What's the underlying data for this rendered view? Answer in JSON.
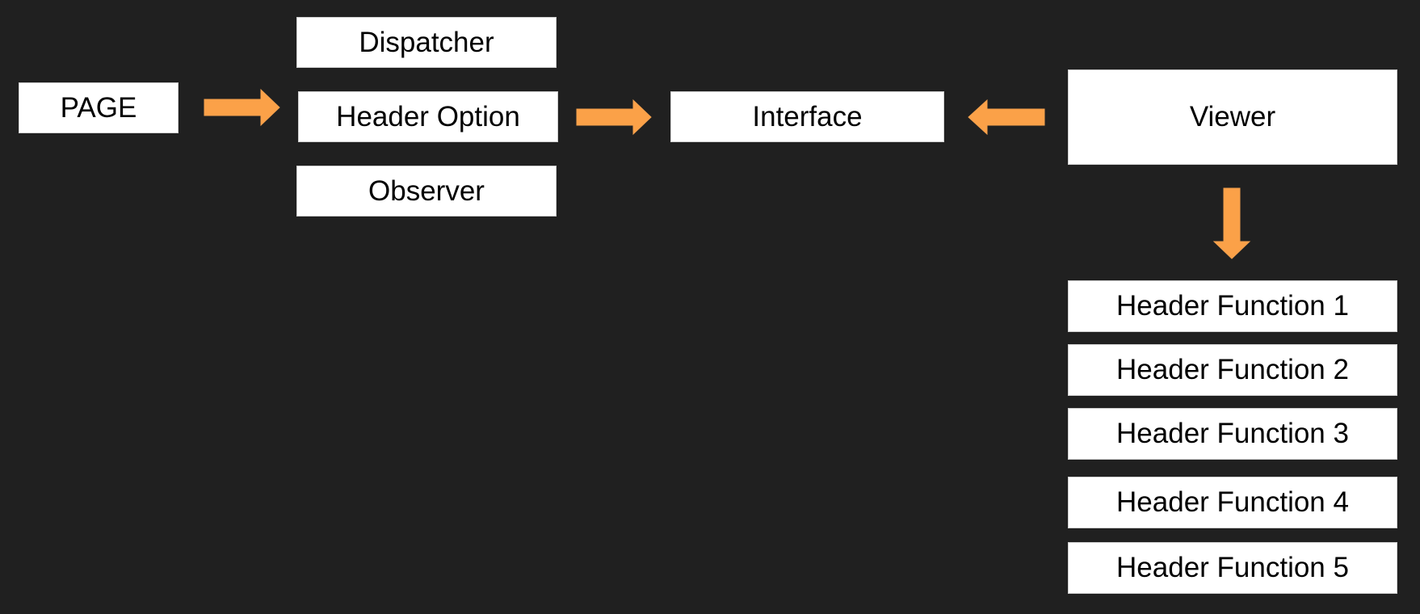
{
  "nodes": {
    "page": "PAGE",
    "dispatcher": "Dispatcher",
    "header_option": "Header Option",
    "observer": "Observer",
    "interface": "Interface",
    "viewer": "Viewer",
    "header_functions": [
      "Header Function 1",
      "Header Function 2",
      "Header Function 3",
      "Header Function 4",
      "Header Function 5"
    ]
  },
  "colors": {
    "background": "#202020",
    "box_fill": "#ffffff",
    "arrow": "#FBA148",
    "text": "#000000"
  }
}
